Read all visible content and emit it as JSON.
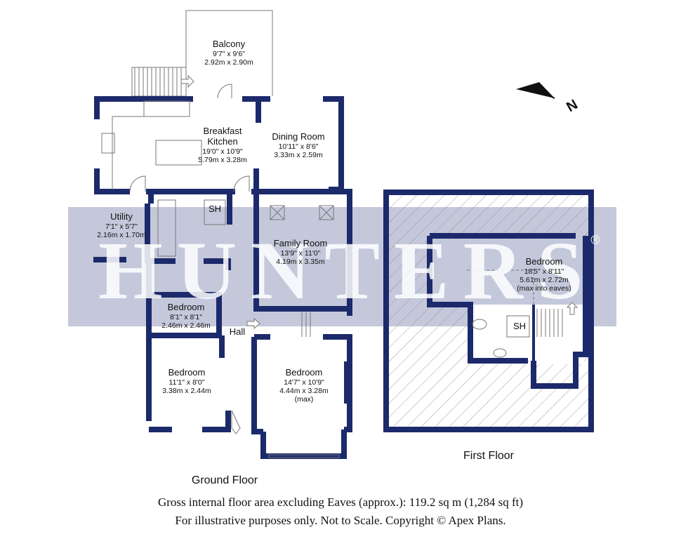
{
  "watermark": {
    "brand": "HUNTERS",
    "registered": "®"
  },
  "compass": {
    "label": "N"
  },
  "ground_floor": {
    "title": "Ground Floor",
    "rooms": [
      {
        "name": "Balcony",
        "imperial": "9'7\" x 9'6\"",
        "metric": "2.92m x 2.90m"
      },
      {
        "name": "Breakfast Kitchen",
        "imperial": "19'0\" x 10'9\"",
        "metric": "5.79m x 3.28m"
      },
      {
        "name": "Dining Room",
        "imperial": "10'11\" x 8'6\"",
        "metric": "3.33m x 2.59m"
      },
      {
        "name": "Utility",
        "imperial": "7'1\" x 5'7\"",
        "metric": "2.16m x 1.70m"
      },
      {
        "name": "Family Room",
        "imperial": "13'9\" x 11'0\"",
        "metric": "4.19m x 3.35m"
      },
      {
        "name": "Bedroom",
        "imperial": "8'1\" x 8'1\"",
        "metric": "2.46m x 2.46m"
      },
      {
        "name": "Bedroom",
        "imperial": "11'1\" x 8'0\"",
        "metric": "3.38m x 2.44m"
      },
      {
        "name": "Bedroom",
        "imperial": "14'7\" x 10'9\"",
        "metric": "4.44m x 3.28m",
        "note": "(max)"
      }
    ],
    "hall": "Hall",
    "sh": "SH"
  },
  "first_floor": {
    "title": "First Floor",
    "rooms": [
      {
        "name": "Bedroom",
        "imperial": "18'5\" x 8'11\"",
        "metric": "5.61m x 2.72m",
        "note": "(max into eaves)"
      }
    ],
    "sh": "SH"
  },
  "footer": {
    "area": "Gross internal floor area excluding Eaves (approx.): 119.2 sq m (1,284 sq ft)",
    "disclaimer": "For illustrative purposes only. Not to Scale. Copyright © Apex Plans."
  },
  "colors": {
    "wall": "#1c2a6b",
    "watermark": "#c4c8da"
  }
}
